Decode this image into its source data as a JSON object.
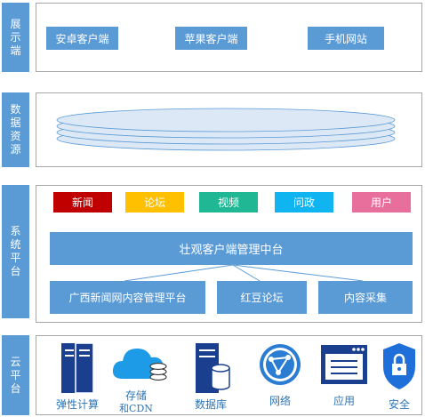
{
  "layers": {
    "display": {
      "label": "展示端",
      "items": [
        "安卓客户端",
        "苹果客户端",
        "手机网站"
      ]
    },
    "data": {
      "label": "数据资源"
    },
    "system": {
      "label": "系统平台",
      "tags": [
        {
          "text": "新闻",
          "bg": "#c00000",
          "fg": "#ffffff"
        },
        {
          "text": "论坛",
          "bg": "#ffc000",
          "fg": "#ffffff"
        },
        {
          "text": "视频",
          "bg": "#1fb794",
          "fg": "#ffffff"
        },
        {
          "text": "问政",
          "bg": "#0fb4f0",
          "fg": "#ffffff"
        },
        {
          "text": "用户",
          "bg": "#e86f9c",
          "fg": "#ffffff"
        }
      ],
      "hub": "壮观客户端管理中台",
      "subsystems": [
        "广西新闻网内容管理平台",
        "红豆论坛",
        "内容采集"
      ]
    },
    "cloud": {
      "label": "云平台",
      "items": [
        {
          "icon": "elastic-compute-icon",
          "label": "弹性计算"
        },
        {
          "icon": "storage-cdn-icon",
          "label": "存储",
          "sublabel": "和CDN"
        },
        {
          "icon": "database-icon",
          "label": "数据库"
        },
        {
          "icon": "network-icon",
          "label": "网络"
        },
        {
          "icon": "application-icon",
          "label": "应用"
        },
        {
          "icon": "security-icon",
          "label": "安全"
        }
      ]
    }
  },
  "colors": {
    "accent": "#5b9bd5",
    "icon_blue": "#1b3f8f",
    "cloud_blue": "#1e9be6",
    "label_blue": "#2e75b6"
  }
}
